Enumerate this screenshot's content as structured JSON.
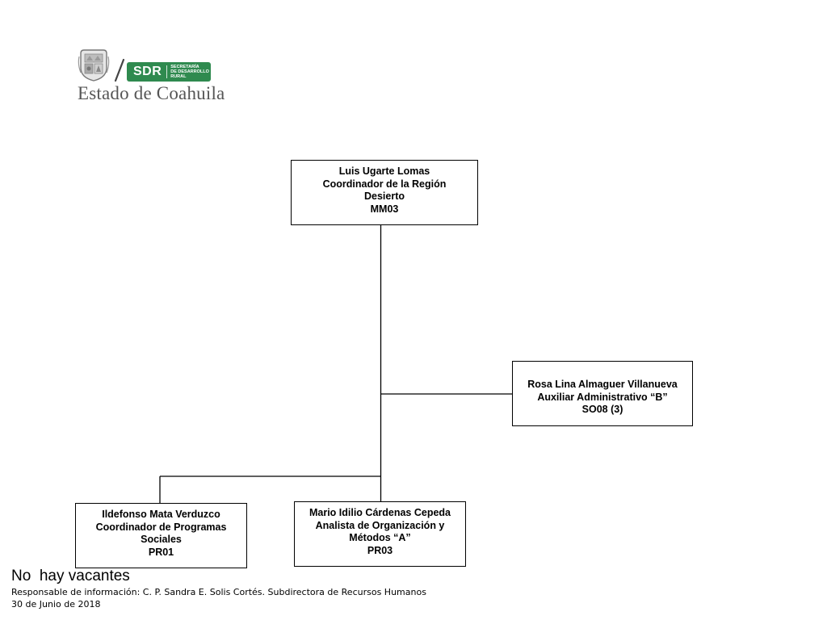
{
  "header": {
    "sdr_abbr": "SDR",
    "sdr_full": "SECRETARÍA\nDE DESARROLLO\nRURAL",
    "estado": "Estado de Coahuila",
    "brand_color": "#2f8a4f"
  },
  "org_chart": {
    "coordinator": {
      "name": "Luis Ugarte Lomas",
      "title_line1": "Coordinador de la Región",
      "title_line2": "Desierto",
      "code": "MM03"
    },
    "assistant": {
      "name": "Rosa Lina Almaguer Villanueva",
      "title": "Auxiliar Administrativo “B”",
      "code": "SO08 (3)"
    },
    "subordinates": [
      {
        "name": "Ildefonso Mata Verduzco",
        "title_line1": "Coordinador de Programas",
        "title_line2": "Sociales",
        "code": "PR01"
      },
      {
        "name": "Mario Idilio Cárdenas Cepeda",
        "title_line1": "Analista de Organización y",
        "title_line2": "Métodos “A”",
        "code": "PR03"
      }
    ]
  },
  "footer": {
    "no_vacantes": "No  hay vacantes",
    "responsable": "Responsable de información: C. P. Sandra E. Solis Cortés. Subdirectora de Recursos Humanos",
    "fecha": "30 de Junio de 2018"
  }
}
